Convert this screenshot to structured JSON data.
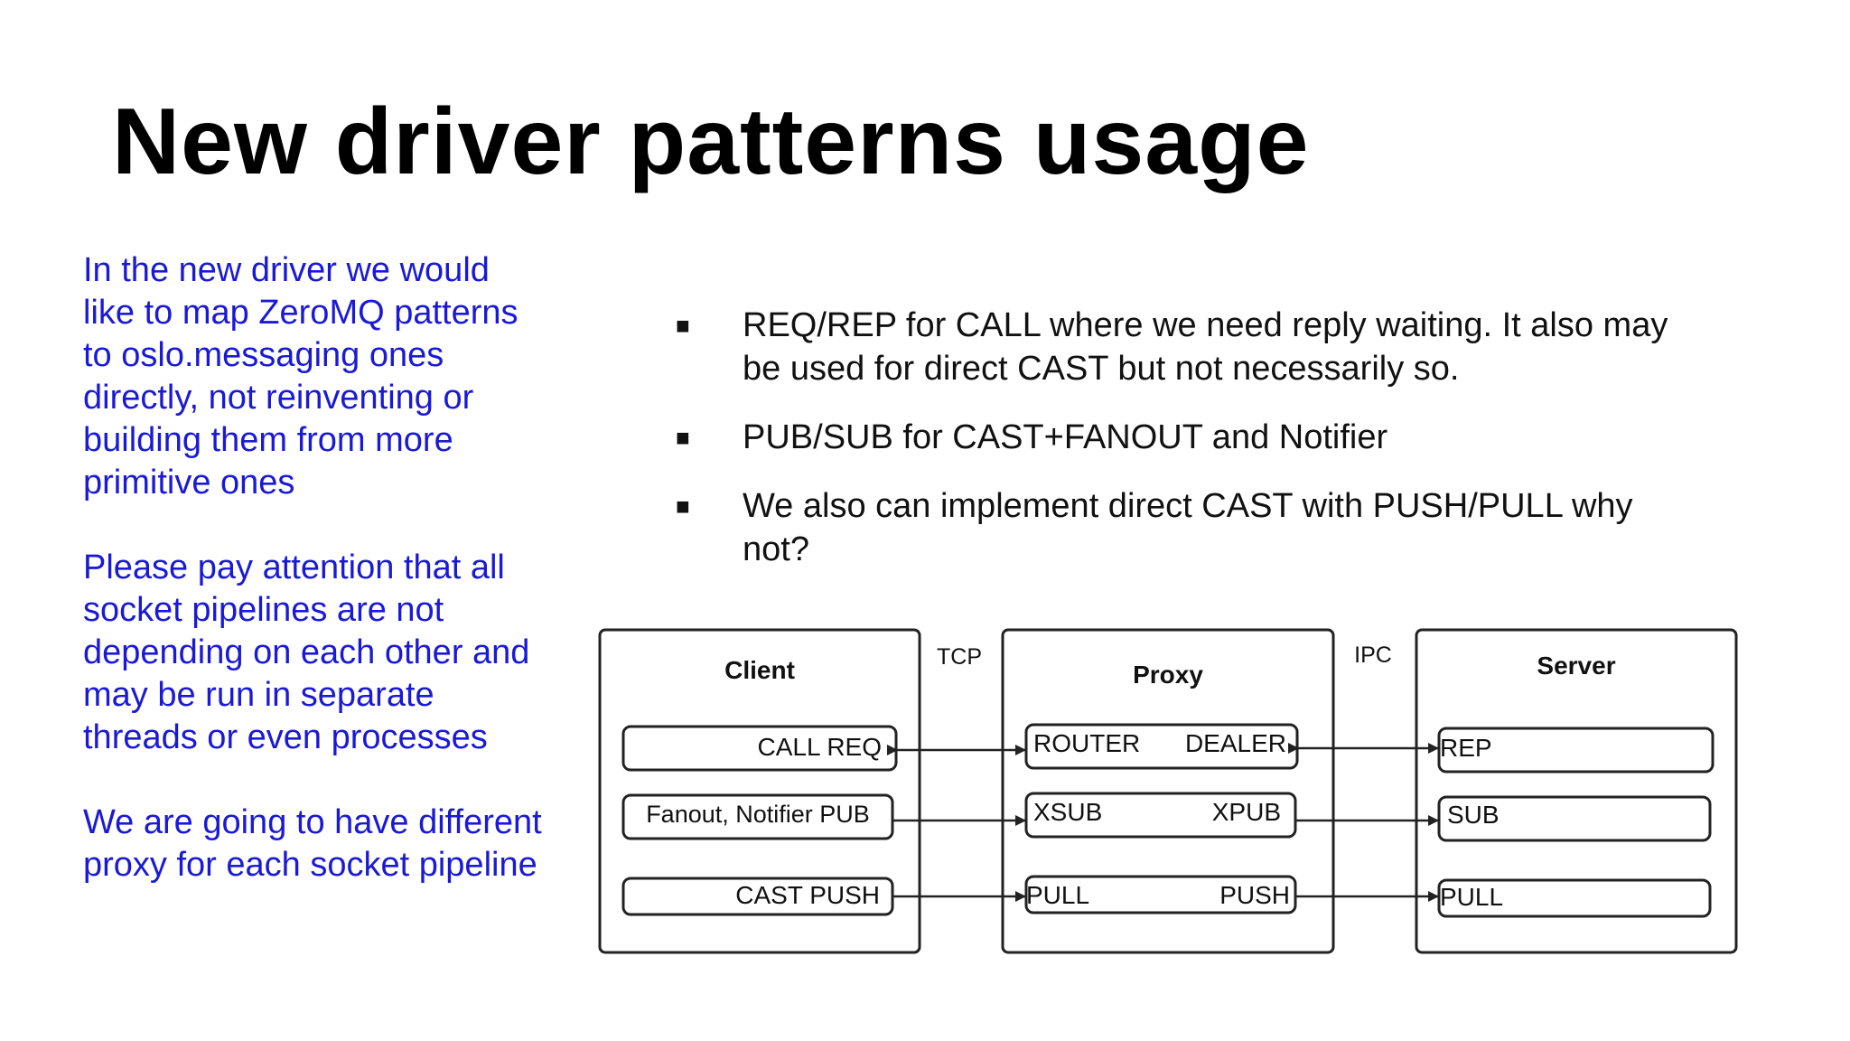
{
  "slide": {
    "title": "New driver patterns usage",
    "left_paragraphs": [
      [
        "In the new driver we would",
        "like to map ZeroMQ patterns",
        "to oslo.messaging ones",
        "directly, not reinventing or",
        "building them from more",
        "primitive ones"
      ],
      [
        "Please pay attention that all",
        "socket pipelines are not",
        "depending on each other and",
        "may be run in separate",
        "threads or even processes"
      ],
      [
        "We are going to have different",
        "proxy for each socket pipeline"
      ]
    ],
    "bullet_marker": "■",
    "bullets": [
      [
        "REQ/REP for CALL where we need reply waiting. It also may",
        "be used for direct CAST but not necessarily so."
      ],
      [
        "PUB/SUB for CAST+FANOUT and Notifier"
      ],
      [
        "We also can implement direct CAST with PUSH/PULL why",
        "not?"
      ]
    ]
  },
  "diagram": {
    "client": {
      "title": "Client",
      "sockets": [
        "CALL REQ",
        "Fanout, Notifier PUB",
        "CAST PUSH"
      ]
    },
    "tcp_label": "TCP",
    "proxy": {
      "title": "Proxy",
      "sockets": [
        {
          "left": "ROUTER",
          "right": "DEALER"
        },
        {
          "left": "XSUB",
          "right": "XPUB"
        },
        {
          "left": "PULL",
          "right": "PUSH"
        }
      ]
    },
    "ipc_label": "IPC",
    "server": {
      "title": "Server",
      "sockets": [
        "REP",
        "SUB",
        "PULL"
      ]
    },
    "colors": {
      "left_text": "#1a1ad6",
      "stroke": "#222222"
    }
  }
}
